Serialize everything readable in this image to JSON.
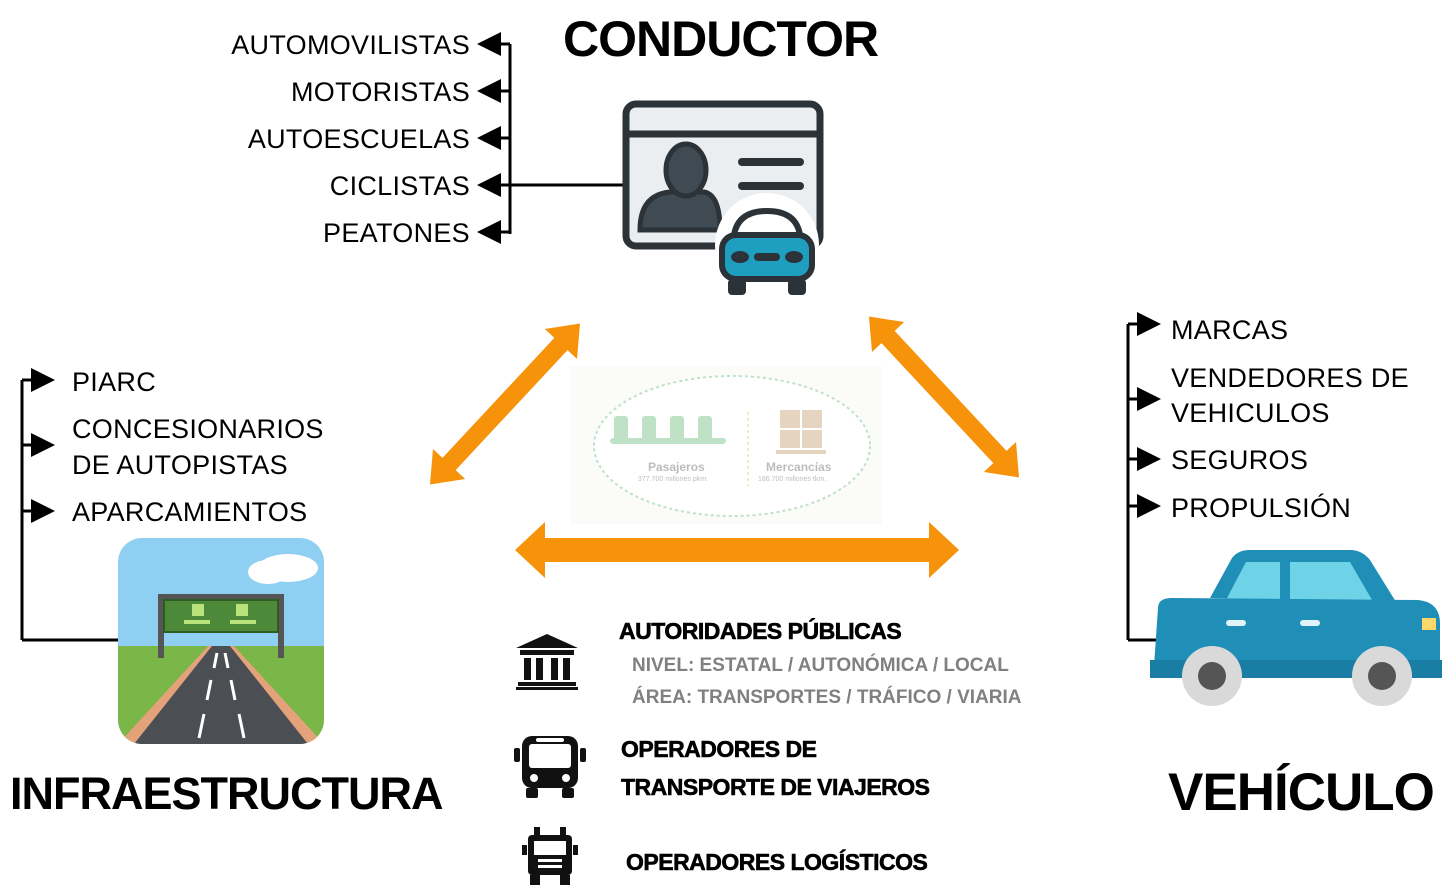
{
  "conductor": {
    "title": "CONDUCTOR",
    "items": [
      "AUTOMOVILISTAS",
      "MOTORISTAS",
      "AUTOESCUELAS",
      "CICLISTAS",
      "PEATONES"
    ]
  },
  "infraestructura": {
    "title": "INFRAESTRUCTURA",
    "items": [
      "PIARC",
      "CONCESIONARIOS",
      "DE AUTOPISTAS",
      "APARCAMIENTOS"
    ]
  },
  "vehiculo": {
    "title": "VEHÍCULO",
    "items": [
      "MARCAS",
      "VENDEDORES DE",
      "VEHICULOS",
      "SEGUROS",
      "PROPULSIÓN"
    ]
  },
  "center": {
    "pasajeros_label": "Pasajeros",
    "pasajeros_value": "377.700 millones pkm.",
    "mercancias_label": "Mercancías",
    "mercancias_value": "186.700 millones tkm."
  },
  "bottom": {
    "autoridades_title": "AUTORIDADES PÚBLICAS",
    "nivel": "NIVEL: ESTATAL / AUTONÓMICA / LOCAL",
    "area": "ÁREA: TRANSPORTES /  TRÁFICO / VIARIA",
    "operadores_viajeros_1": "OPERADORES DE",
    "operadores_viajeros_2": "TRANSPORTE DE VIAJEROS",
    "operadores_logisticos": "OPERADORES LOGÍSTICOS"
  },
  "colors": {
    "arrow": "#f7930b",
    "car": "#1f8fb8",
    "car_window": "#6fd3e8",
    "badge_fill": "#eaeef0",
    "dark": "#2b3238"
  },
  "icons": [
    "id-card-icon",
    "car-front-icon",
    "highway-sign-icon",
    "car-side-icon",
    "bank-icon",
    "bus-icon",
    "truck-icon"
  ]
}
